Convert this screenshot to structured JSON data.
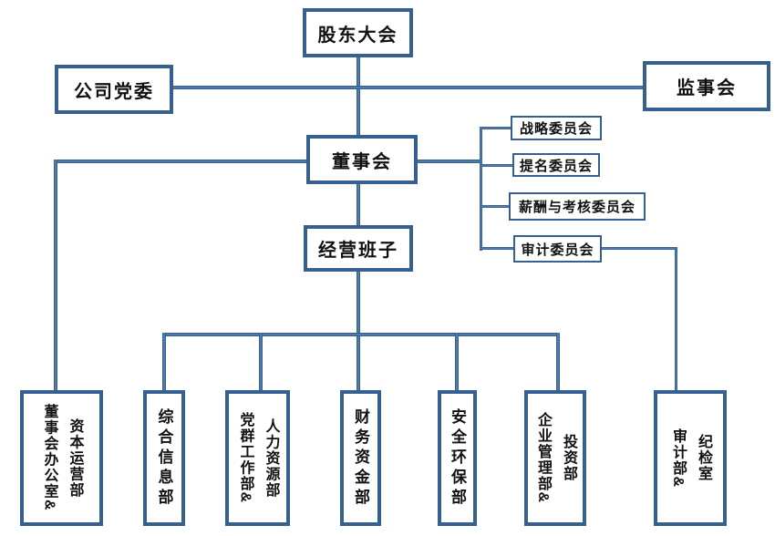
{
  "org_chart": {
    "top_level": {
      "shareholders_meeting": "股东大会",
      "party_committee": "公司党委",
      "supervisory_board": "监事会"
    },
    "middle_level": {
      "board_of_directors": "董事会",
      "management_team": "经营班子"
    },
    "committees": [
      {
        "label": "战略委员会"
      },
      {
        "label": "提名委员会"
      },
      {
        "label": "薪酬与考核委员会"
      },
      {
        "label": "审计委员会"
      }
    ],
    "departments": [
      {
        "label": "董事会办公室&资本运营部",
        "columns": [
          "董事会办公室&",
          "资本运营部"
        ]
      },
      {
        "label": "综合信息部",
        "columns": [
          "综合信息部"
        ]
      },
      {
        "label": "党群工作部&人力资源部",
        "columns": [
          "党群工作部&",
          "人力资源部"
        ]
      },
      {
        "label": "财务资金部",
        "columns": [
          "财务资金部"
        ]
      },
      {
        "label": "安全环保部",
        "columns": [
          "安全环保部"
        ]
      },
      {
        "label": "企业管理部&投资部",
        "columns": [
          "企业管理部&",
          "投资部"
        ]
      },
      {
        "label": "审计部&纪检室",
        "columns": [
          "审计部&",
          "纪检室"
        ]
      }
    ],
    "colors": {
      "line": "#38639A",
      "box_border": "#35608F",
      "box_background": "#FFFFFF",
      "text": "#111111"
    }
  }
}
